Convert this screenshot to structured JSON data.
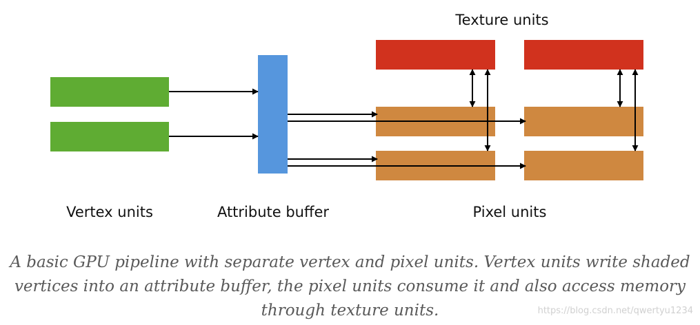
{
  "labels": {
    "texture_units": "Texture units",
    "vertex_units": "Vertex units",
    "attribute_buffer": "Attribute buffer",
    "pixel_units": "Pixel units"
  },
  "caption": "A basic GPU pipeline with separate vertex and pixel units. Vertex units write shaded vertices into an attribute buffer, the pixel units consume it and also access memory through texture units.",
  "watermark": "https://blog.csdn.net/qwertyu1234",
  "colors": {
    "vertex_unit": "#5fac33",
    "attribute_buffer": "#5696dd",
    "texture_unit": "#d1321e",
    "pixel_unit": "#cf8840",
    "arrow": "#000000"
  }
}
